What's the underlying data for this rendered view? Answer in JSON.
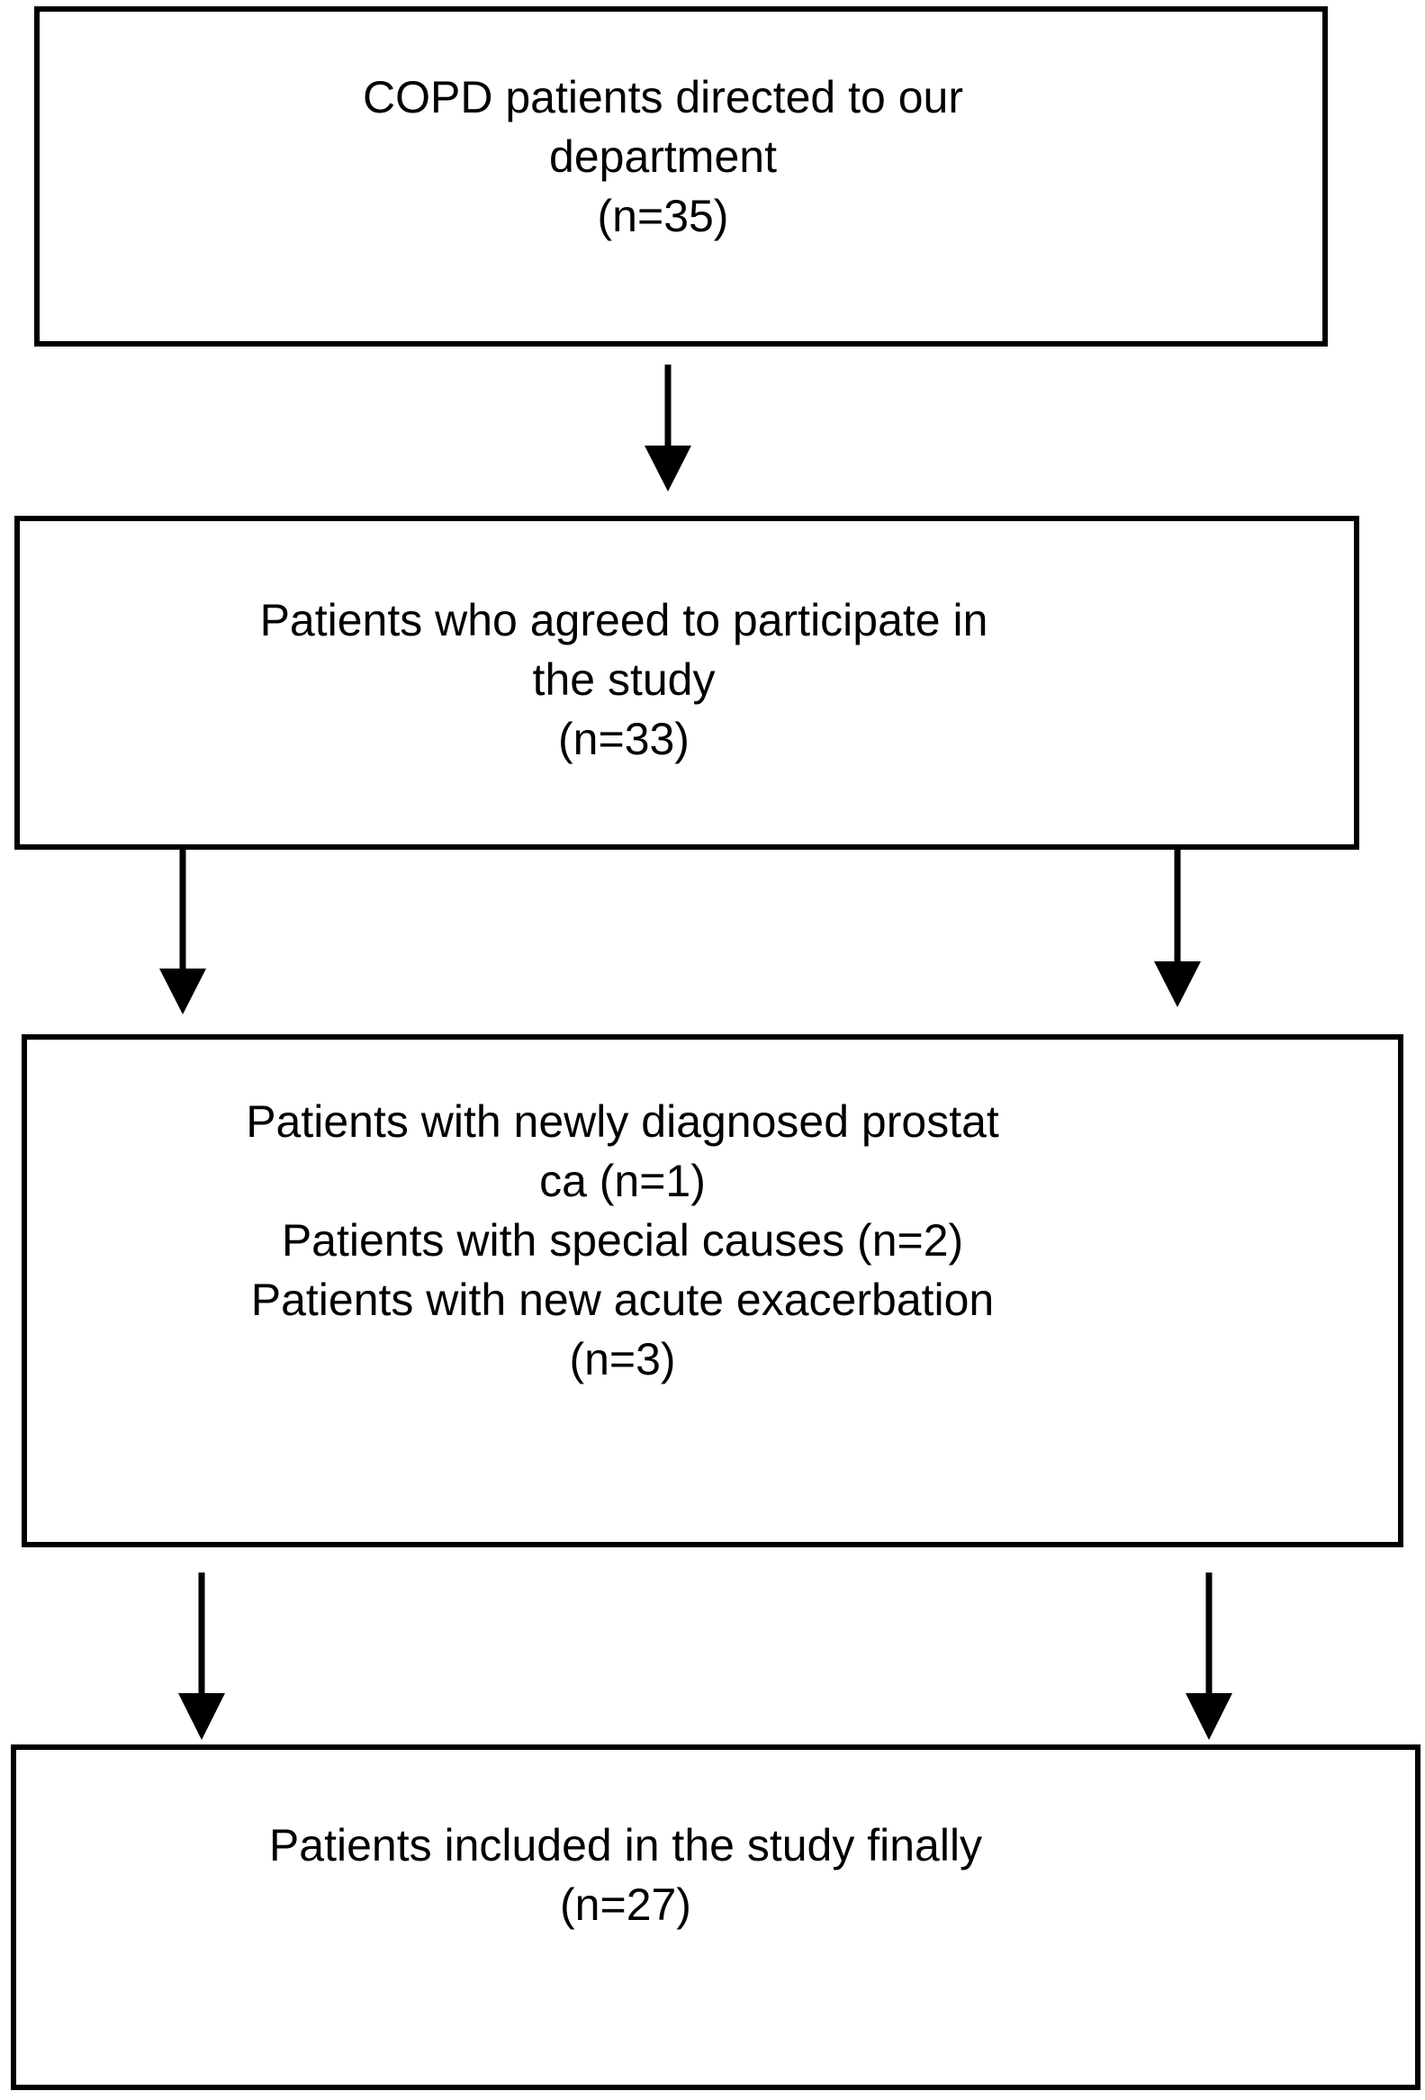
{
  "boxes": [
    {
      "lines": [
        "COPD patients directed to our",
        "department",
        "(n=35)"
      ]
    },
    {
      "lines": [
        "Patients who agreed to participate in",
        "the study",
        "(n=33)"
      ]
    },
    {
      "lines": [
        "Patients with newly diagnosed prostat",
        "ca (n=1)",
        "Patients with special causes (n=2)",
        "Patients with new acute exacerbation",
        "(n=3)"
      ]
    },
    {
      "lines": [
        "Patients included in the study finally",
        "(n=27)"
      ]
    }
  ]
}
